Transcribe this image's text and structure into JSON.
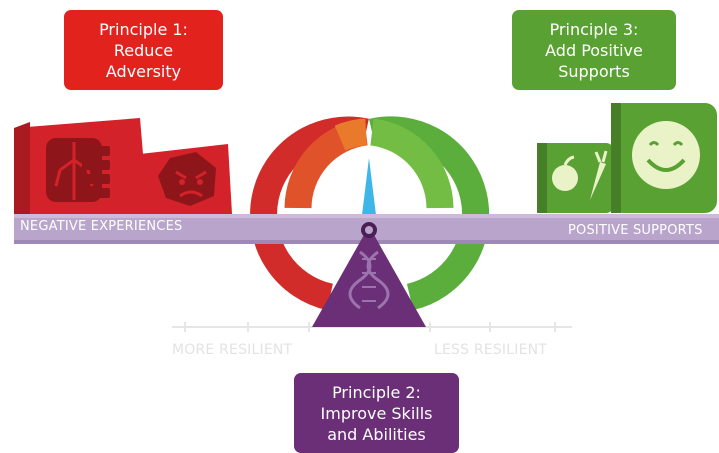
{
  "principles": {
    "p1": {
      "lines": [
        "Principle 1:",
        "Reduce",
        "Adversity"
      ],
      "color": "#e2221c"
    },
    "p2": {
      "lines": [
        "Principle 2:",
        "Improve Skills",
        "and Abilities"
      ],
      "color": "#6a2f77"
    },
    "p3": {
      "lines": [
        "Principle 3:",
        "Add Positive",
        "Supports"
      ],
      "color": "#5aa133"
    }
  },
  "beam": {
    "left_label": "NEGATIVE EXPERIENCES",
    "right_label": "POSITIVE SUPPORTS"
  },
  "scale": {
    "left_label": "MORE RESILIENT",
    "right_label": "LESS RESILIENT"
  },
  "icons": {
    "left": [
      "lungs-icon",
      "angry-face-icon"
    ],
    "right": [
      "apple-carrot-icon",
      "smiley-face-icon"
    ],
    "fulcrum": "dna-icon"
  },
  "colors": {
    "negative": "#c42026",
    "positive": "#6cb33f",
    "beam": "#b9a4cc",
    "fulcrum": "#6a2f77",
    "needle": "#3fb6e8"
  }
}
